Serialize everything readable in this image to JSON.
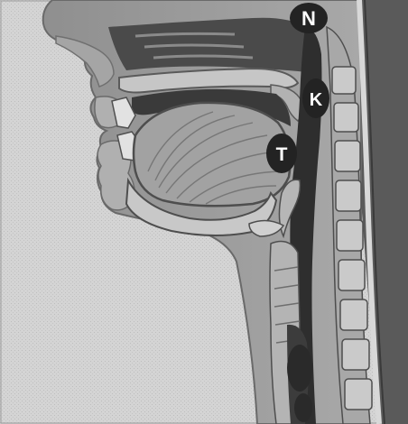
{
  "figure": {
    "markers": {
      "n": "N",
      "k": "K",
      "t": "T"
    },
    "colors": {
      "background": "#d2d2d2",
      "soft_tissue": "#9a9a9a",
      "cavity": "#3e3e3e",
      "bone": "#b9b9b9",
      "marker_fill": "#232323",
      "marker_text": "#ffffff"
    }
  }
}
